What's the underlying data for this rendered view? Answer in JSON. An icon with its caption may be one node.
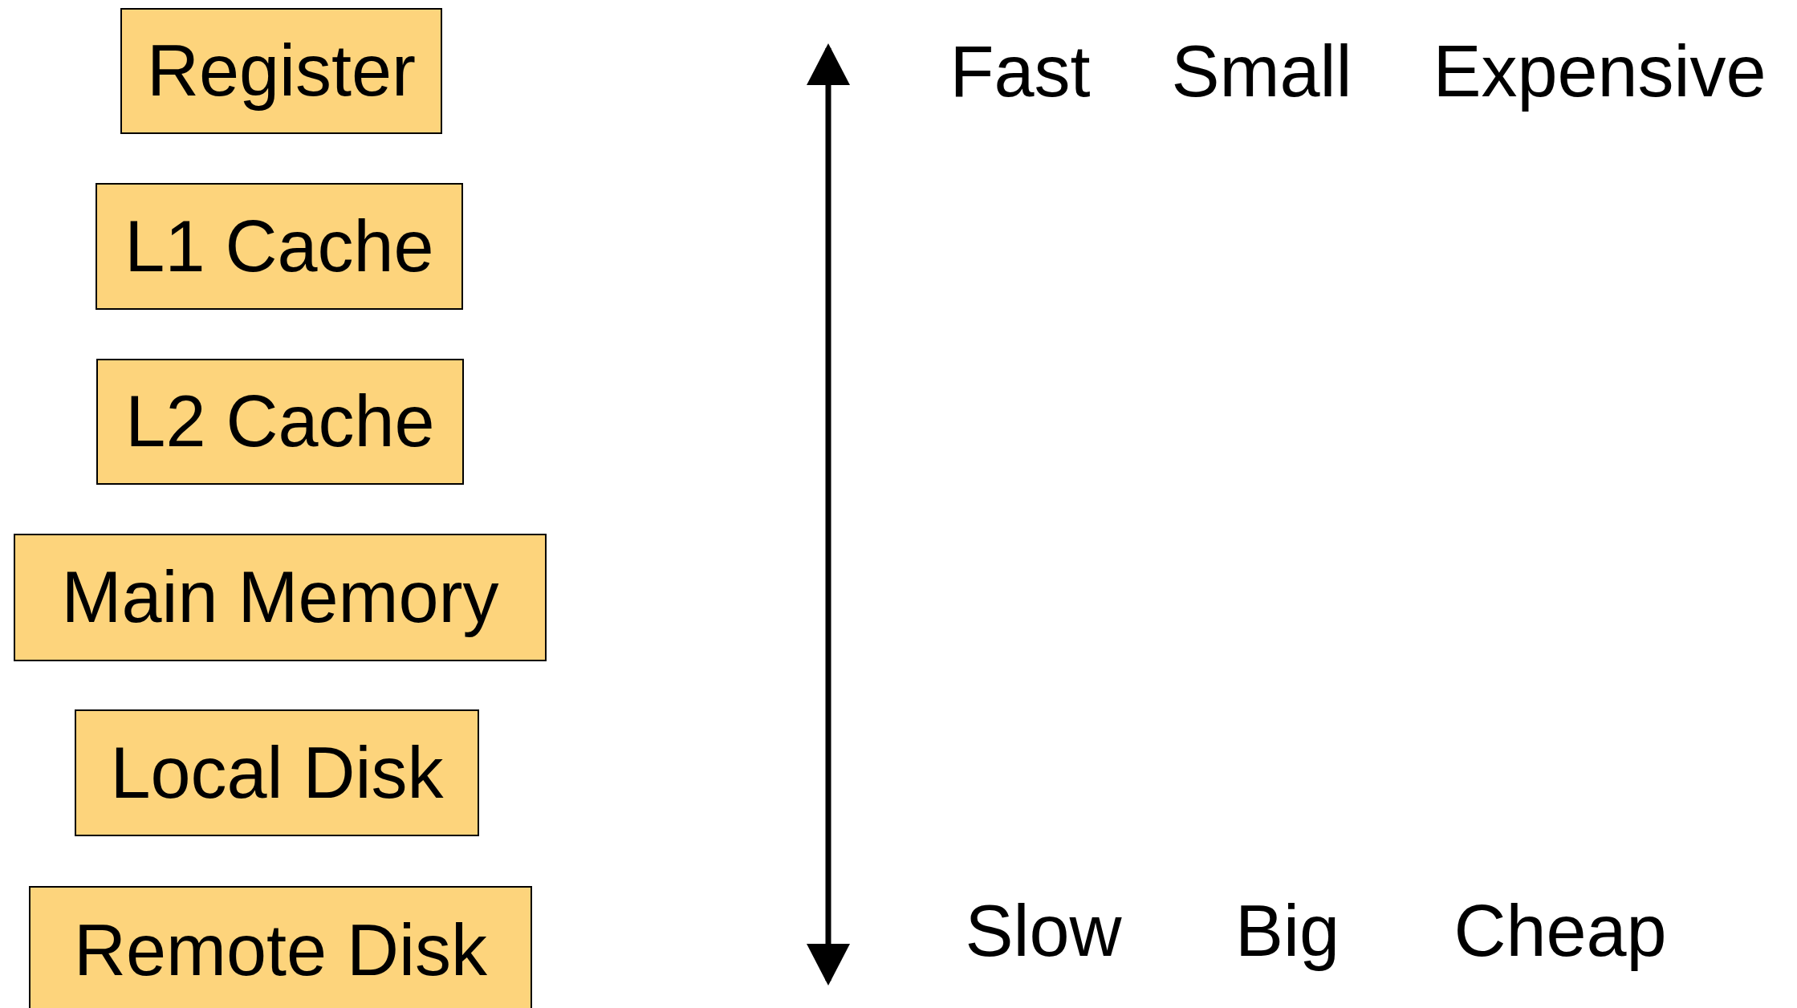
{
  "diagram": {
    "nodes": [
      {
        "text": [
          "Register"
        ]
      },
      {
        "text": [
          "L1 Cache"
        ]
      },
      {
        "text": [
          "L2 Cache"
        ]
      },
      {
        "text": [
          "Main Memory"
        ]
      },
      {
        "text": [
          "Local Disk"
        ]
      },
      {
        "text": [
          "Remote Disk"
        ]
      }
    ],
    "labels": [
      "Fast",
      "Small",
      "Expensive",
      "Slow",
      "Big",
      "Cheap"
    ]
  }
}
